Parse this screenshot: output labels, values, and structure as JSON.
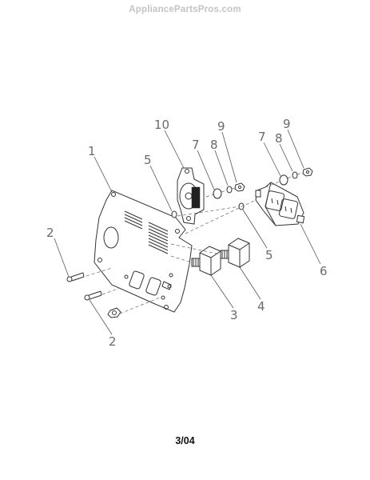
{
  "header": {
    "watermark": "AppliancePartsPros.com"
  },
  "footer": {
    "date_code": "3/04"
  },
  "callouts": {
    "c1": "1",
    "c2a": "2",
    "c2b": "2",
    "c3": "3",
    "c4": "4",
    "c5a": "5",
    "c5b": "5",
    "c6": "6",
    "c7a": "7",
    "c7b": "7",
    "c8a": "8",
    "c8b": "8",
    "c9a": "9",
    "c9b": "9",
    "c10": "10"
  }
}
